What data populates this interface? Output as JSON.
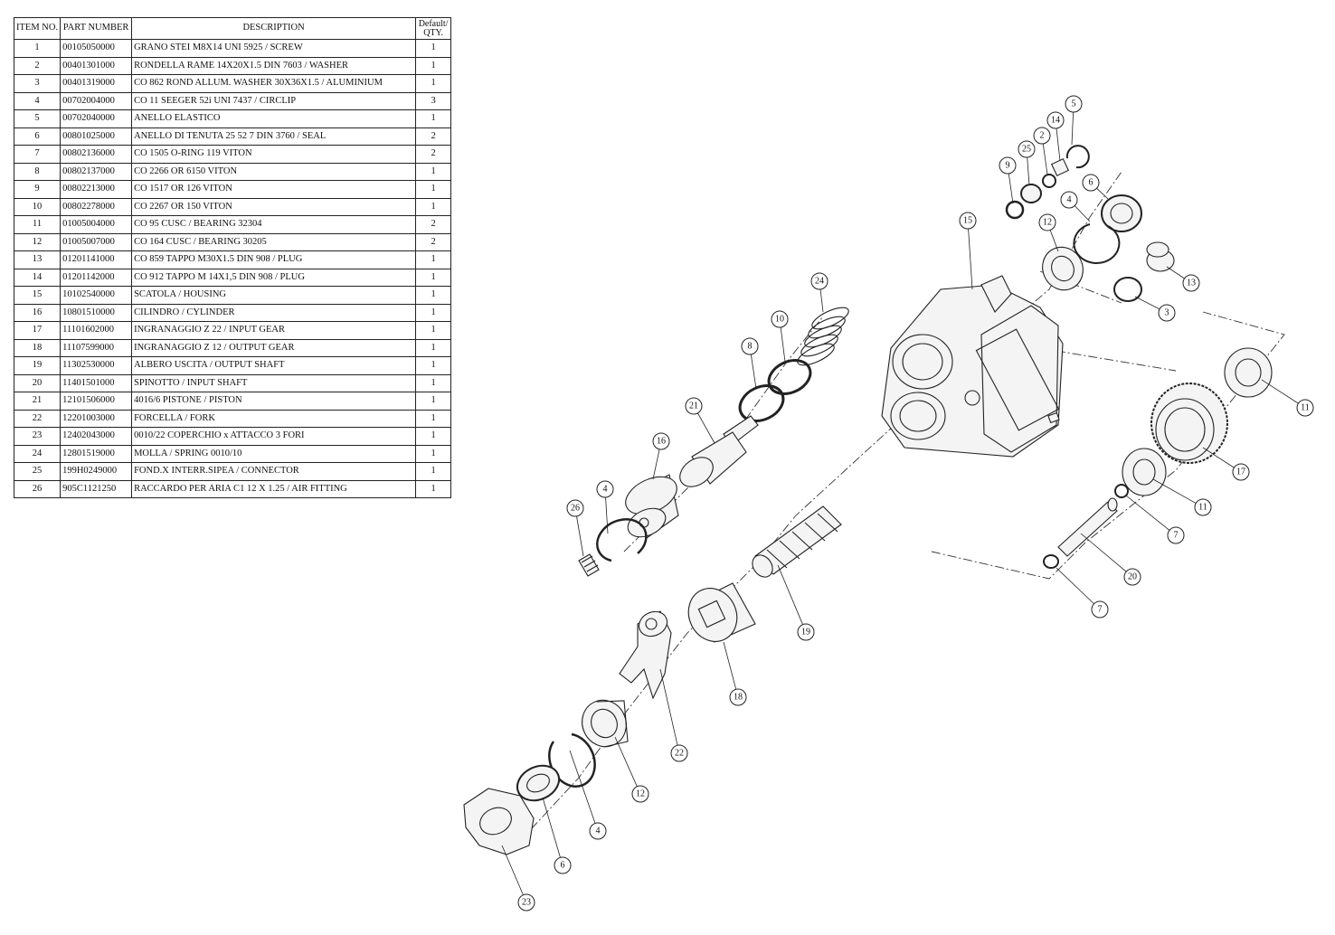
{
  "table": {
    "headers": {
      "item": "ITEM NO.",
      "part": "PART NUMBER",
      "desc": "DESCRIPTION",
      "qty_line1": "Default/",
      "qty_line2": "QTY."
    },
    "rows": [
      {
        "item": "1",
        "part": "00105050000",
        "desc": "GRANO STEI M8X14 UNI 5925 / SCREW",
        "qty": "1"
      },
      {
        "item": "2",
        "part": "00401301000",
        "desc": "RONDELLA RAME 14X20X1.5 DIN 7603 / WASHER",
        "qty": "1"
      },
      {
        "item": "3",
        "part": "00401319000",
        "desc": "CO 862 ROND ALLUM. WASHER 30X36X1.5 / ALUMINIUM",
        "qty": "1"
      },
      {
        "item": "4",
        "part": "00702004000",
        "desc": "CO 11 SEEGER 52i UNI 7437 / CIRCLIP",
        "qty": "3"
      },
      {
        "item": "5",
        "part": "00702040000",
        "desc": "ANELLO ELASTICO",
        "qty": "1"
      },
      {
        "item": "6",
        "part": "00801025000",
        "desc": "ANELLO DI TENUTA 25 52 7 DIN 3760 /  SEAL",
        "qty": "2"
      },
      {
        "item": "7",
        "part": "00802136000",
        "desc": "CO 1505 O-RING 119 VITON",
        "qty": "2"
      },
      {
        "item": "8",
        "part": "00802137000",
        "desc": "CO 2266 OR 6150 VITON",
        "qty": "1"
      },
      {
        "item": "9",
        "part": "00802213000",
        "desc": "CO 1517 OR 126 VITON",
        "qty": "1"
      },
      {
        "item": "10",
        "part": "00802278000",
        "desc": "CO 2267 OR 150 VITON",
        "qty": "1"
      },
      {
        "item": "11",
        "part": "01005004000",
        "desc": "CO 95   CUSC  / BEARING 32304",
        "qty": "2"
      },
      {
        "item": "12",
        "part": "01005007000",
        "desc": "CO 164 CUSC / BEARING 30205",
        "qty": "2"
      },
      {
        "item": "13",
        "part": "01201141000",
        "desc": "CO 859 TAPPO M30X1.5 DIN 908 / PLUG",
        "qty": "1"
      },
      {
        "item": "14",
        "part": "01201142000",
        "desc": "CO 912 TAPPO M 14X1,5 DIN 908 / PLUG",
        "qty": "1"
      },
      {
        "item": "15",
        "part": "10102540000",
        "desc": "SCATOLA / HOUSING",
        "qty": "1"
      },
      {
        "item": "16",
        "part": "10801510000",
        "desc": "CILINDRO / CYLINDER",
        "qty": "1"
      },
      {
        "item": "17",
        "part": "11101602000",
        "desc": "INGRANAGGIO Z 22 / INPUT GEAR",
        "qty": "1"
      },
      {
        "item": "18",
        "part": "11107599000",
        "desc": "INGRANAGGIO Z 12  / OUTPUT GEAR",
        "qty": "1"
      },
      {
        "item": "19",
        "part": "11302530000",
        "desc": "ALBERO USCITA / OUTPUT SHAFT",
        "qty": "1"
      },
      {
        "item": "20",
        "part": "11401501000",
        "desc": "SPINOTTO / INPUT SHAFT",
        "qty": "1"
      },
      {
        "item": "21",
        "part": "12101506000",
        "desc": "4016/6 PISTONE / PISTON",
        "qty": "1"
      },
      {
        "item": "22",
        "part": "12201003000",
        "desc": "FORCELLA / FORK",
        "qty": "1"
      },
      {
        "item": "23",
        "part": "12402043000",
        "desc": "0010/22  COPERCHIO x ATTACCO 3 FORI",
        "qty": "1"
      },
      {
        "item": "24",
        "part": "12801519000",
        "desc": "MOLLA / SPRING 0010/10",
        "qty": "1"
      },
      {
        "item": "25",
        "part": "199H0249000",
        "desc": "FOND.X INTERR.SIPEA / CONNECTOR",
        "qty": "1"
      },
      {
        "item": "26",
        "part": "905C1121250",
        "desc": "RACCARDO PER ARIA C1 12 X 1.25 / AIR FITTING",
        "qty": "1"
      }
    ]
  },
  "balloons": [
    {
      "label": "5"
    },
    {
      "label": "14"
    },
    {
      "label": "2"
    },
    {
      "label": "25"
    },
    {
      "label": "9"
    },
    {
      "label": "6"
    },
    {
      "label": "4"
    },
    {
      "label": "12"
    },
    {
      "label": "15"
    },
    {
      "label": "13"
    },
    {
      "label": "3"
    },
    {
      "label": "24"
    },
    {
      "label": "10"
    },
    {
      "label": "8"
    },
    {
      "label": "21"
    },
    {
      "label": "16"
    },
    {
      "label": "4"
    },
    {
      "label": "26"
    },
    {
      "label": "11"
    },
    {
      "label": "17"
    },
    {
      "label": "11"
    },
    {
      "label": "7"
    },
    {
      "label": "20"
    },
    {
      "label": "7"
    },
    {
      "label": "19"
    },
    {
      "label": "18"
    },
    {
      "label": "22"
    },
    {
      "label": "12"
    },
    {
      "label": "4"
    },
    {
      "label": "6"
    },
    {
      "label": "23"
    }
  ]
}
